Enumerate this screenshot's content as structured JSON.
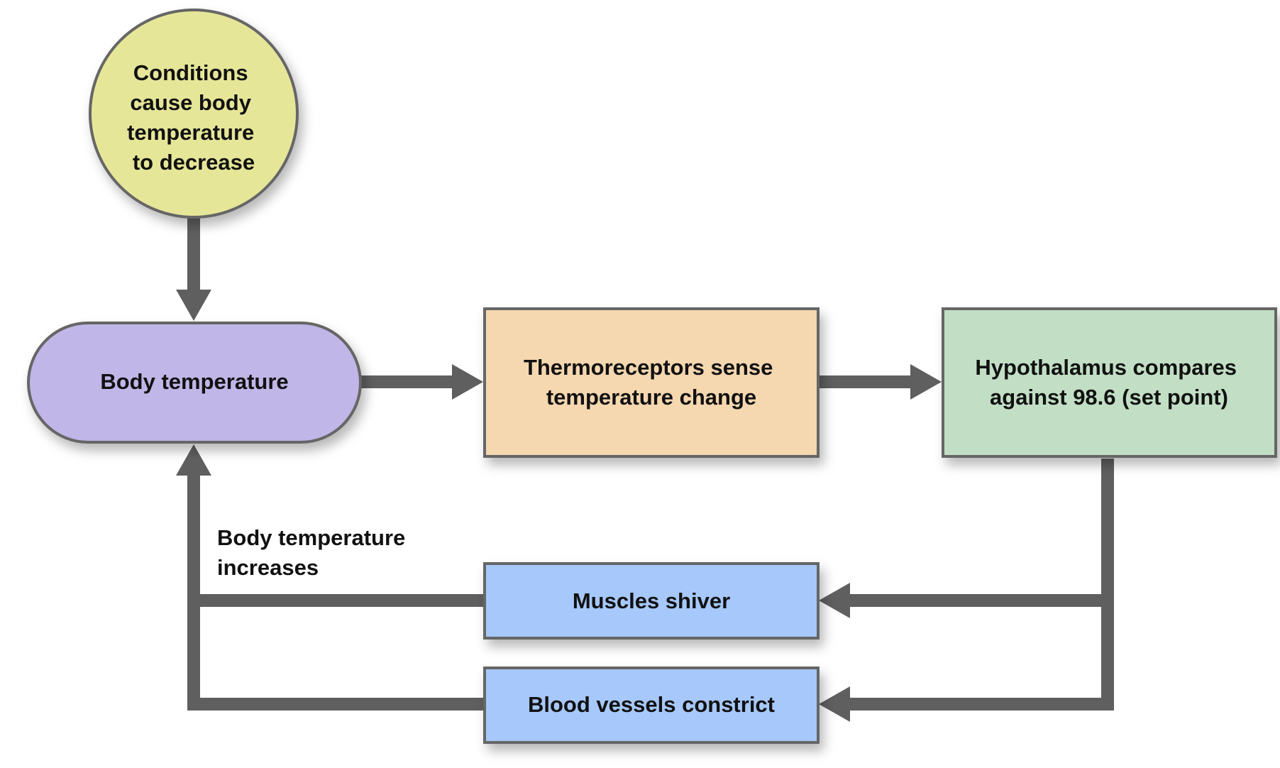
{
  "nodes": {
    "stimulus": {
      "lines": [
        "Conditions",
        "cause body",
        "temperature",
        "to decrease"
      ],
      "color": "#e6e699"
    },
    "body_temperature": {
      "lines": [
        "Body temperature"
      ],
      "color": "#c0b6e8"
    },
    "thermoreceptors": {
      "lines": [
        "Thermoreceptors sense",
        "temperature change"
      ],
      "color": "#f5d7b0"
    },
    "hypothalamus": {
      "lines": [
        "Hypothalamus compares",
        "against 98.6 (set point)"
      ],
      "color": "#c2dfc5"
    },
    "muscles": {
      "lines": [
        "Muscles shiver"
      ],
      "color": "#a6c8fb"
    },
    "blood_vessels": {
      "lines": [
        "Blood vessels constrict"
      ],
      "color": "#a6c8fb"
    }
  },
  "labels": {
    "increase_line1": "Body temperature",
    "increase_line2": "increases"
  },
  "colors": {
    "arrow": "#5f5f5f",
    "outline": "#666666"
  }
}
